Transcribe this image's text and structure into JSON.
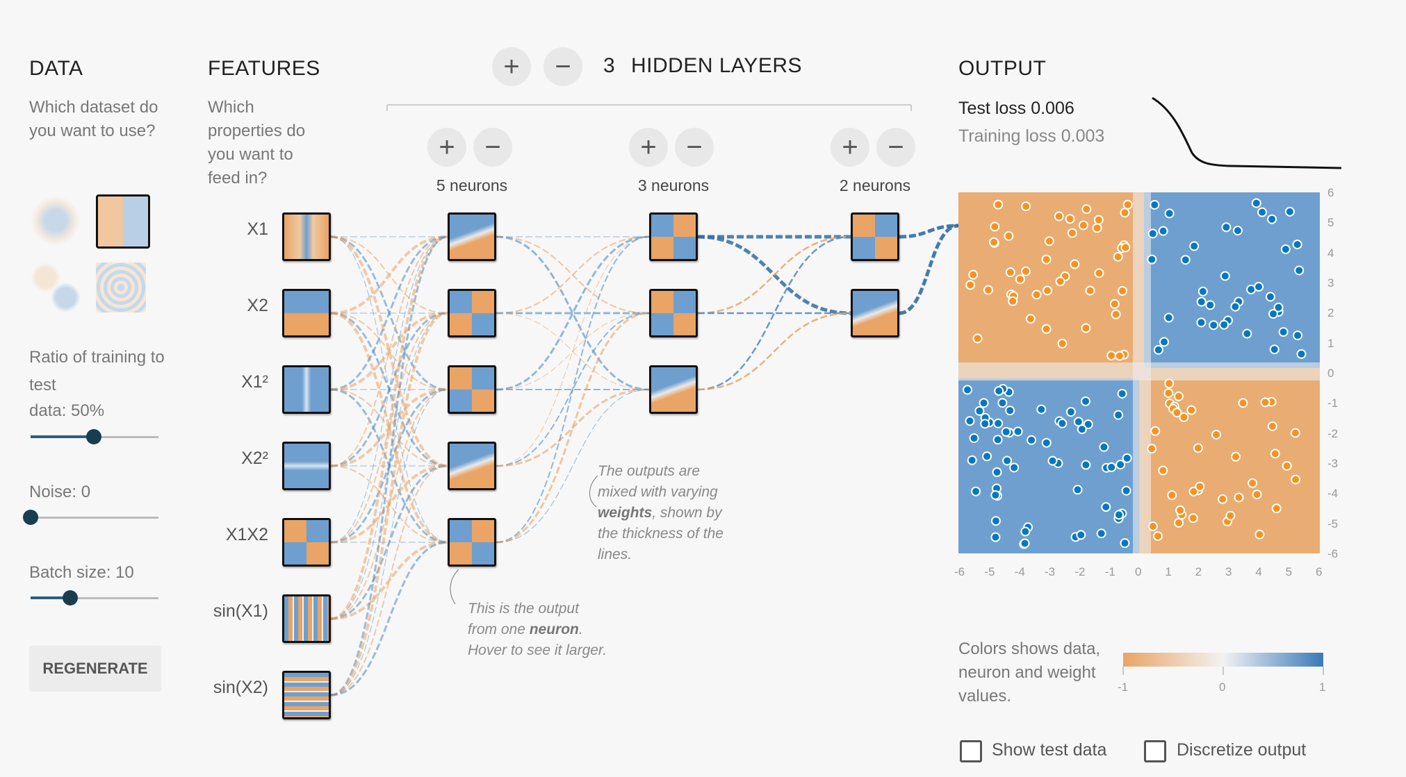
{
  "data_section": {
    "title": "DATA",
    "question": "Which dataset do you want to use?",
    "ratio_label": "Ratio of training to test",
    "ratio_value_label": "data:  50%",
    "ratio": 0.5,
    "noise_label": "Noise:  0",
    "noise": 0,
    "batch_label": "Batch size:  10",
    "batch": 0.3,
    "regenerate": "REGENERATE"
  },
  "features": {
    "title": "FEATURES",
    "question": "Which properties do you want to feed in?",
    "items": [
      "X1",
      "X2",
      "X1²",
      "X2²",
      "X1X2",
      "sin(X1)",
      "sin(X2)"
    ]
  },
  "network": {
    "plus": "+",
    "minus": "−",
    "layer_count": "3",
    "layers_label": "HIDDEN LAYERS",
    "layers": [
      {
        "label": "5 neurons"
      },
      {
        "label": "3 neurons"
      },
      {
        "label": "2 neurons"
      }
    ]
  },
  "annotations": {
    "weights_pre": "The outputs are mixed with varying",
    "weights_bold": "weights",
    "weights_post": ", shown by the thickness of the lines.",
    "neuron_pre": "This is the output from one",
    "neuron_bold": "neuron",
    "neuron_post": ". Hover to see it larger."
  },
  "output": {
    "title": "OUTPUT",
    "test_loss": "Test loss 0.006",
    "training_loss": "Training loss 0.003",
    "x_ticks": [
      "-6",
      "-5",
      "-4",
      "-3",
      "-2",
      "-1",
      "0",
      "1",
      "2",
      "3",
      "4",
      "5",
      "6"
    ],
    "y_ticks": [
      "6",
      "5",
      "4",
      "3",
      "2",
      "1",
      "0",
      "-1",
      "-2",
      "-3",
      "-4",
      "-5",
      "-6"
    ],
    "legend_text": "Colors shows data, neuron and weight values.",
    "legend_ticks": [
      "-1",
      "0",
      "1"
    ],
    "show_test": "Show test data",
    "discretize": "Discretize output"
  },
  "colors": {
    "orange": "#f59322",
    "blue": "#0877bd",
    "dark": "#183d4e"
  }
}
